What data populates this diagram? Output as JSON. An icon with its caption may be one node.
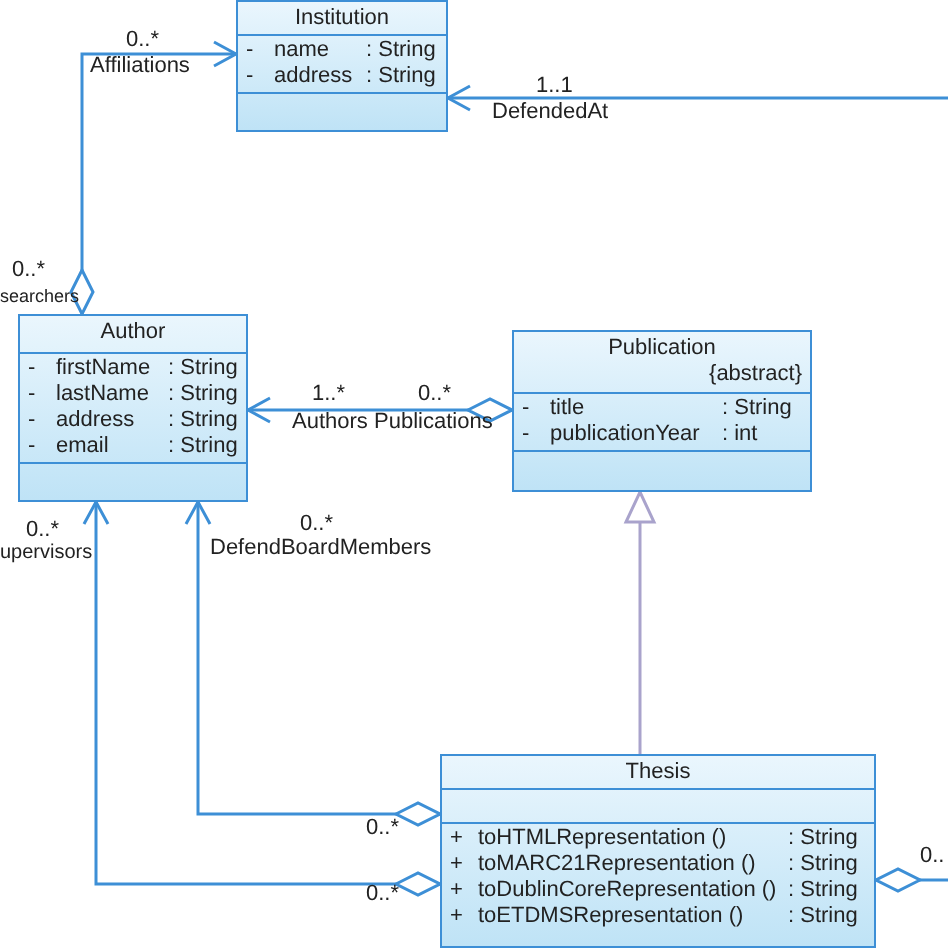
{
  "diagram": {
    "nodes": [
      {
        "text": [
          "Institution",
          "-",
          "name",
          ": String",
          "-",
          "address",
          ": String"
        ]
      },
      {
        "text": [
          "Author",
          "-",
          "firstName",
          ": String",
          "-",
          "lastName",
          ": String",
          "-",
          "address",
          ": String",
          "-",
          "email",
          ": String"
        ]
      },
      {
        "text": [
          "Publication",
          "{abstract}",
          "-",
          "title",
          ": String",
          "-",
          "publicationYear",
          ": int"
        ]
      },
      {
        "text": [
          "Thesis",
          "+",
          "toHTMLRepresentation ()",
          ": String",
          "+",
          "toMARC21Representation ()",
          ": String",
          "+",
          "toDublinCoreRepresentation ()",
          ": String",
          "+",
          "toETDMSRepresentation ()",
          ": String"
        ]
      }
    ],
    "edges": [
      {
        "from": 1,
        "to": 0,
        "arrow": "to"
      },
      {
        "from": null,
        "to": 0,
        "arrow": "to"
      },
      {
        "from": 2,
        "to": 1,
        "arrow": "to"
      },
      {
        "from": 3,
        "to": 2,
        "arrow": "to",
        "color": "#a9a3cc"
      },
      {
        "from": 3,
        "to": 1,
        "arrow": "to"
      },
      {
        "from": 3,
        "to": 1,
        "arrow": "to"
      },
      {
        "from": 3,
        "to": null,
        "arrow": "other"
      }
    ],
    "labels": [
      "0..*",
      "Affiliations",
      "1..1",
      "DefendedAt",
      "0..*",
      "searchers",
      "1..*",
      "0..*",
      "Authors",
      "Publications",
      "0..*",
      "upervisors",
      "0..*",
      "DefendBoardMembers",
      "0..*",
      "0..*",
      "0.."
    ]
  }
}
